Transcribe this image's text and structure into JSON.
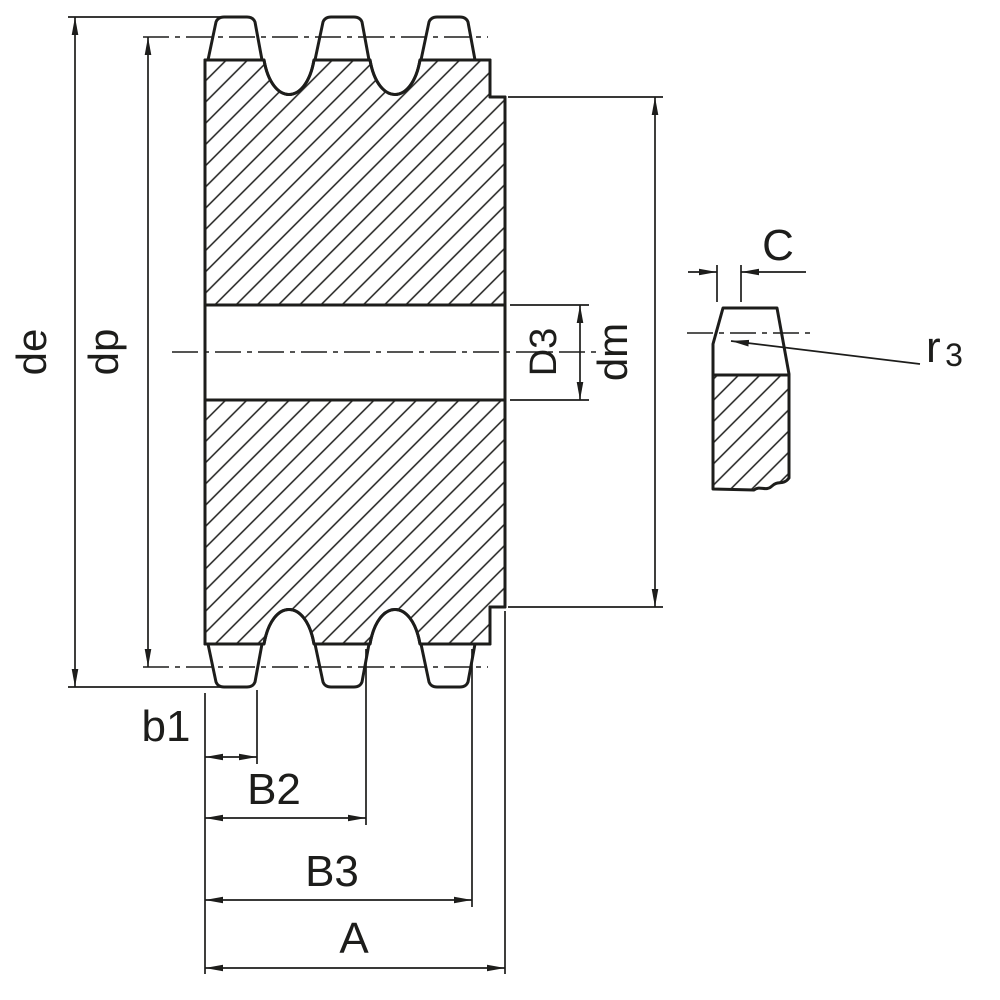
{
  "drawing": {
    "kind": "technical section drawing",
    "subject": "triplex sprocket cross-section with tooth detail view",
    "colors": {
      "line": "#1d1d1b",
      "background": "#ffffff"
    }
  },
  "labels": {
    "de": "de",
    "dp": "dp",
    "dm": "dm",
    "D3": "D3",
    "b1": "b1",
    "B2": "B2",
    "B3": "B3",
    "A": "A",
    "C": "C",
    "r3_base": "r",
    "r3_sub": "3"
  }
}
